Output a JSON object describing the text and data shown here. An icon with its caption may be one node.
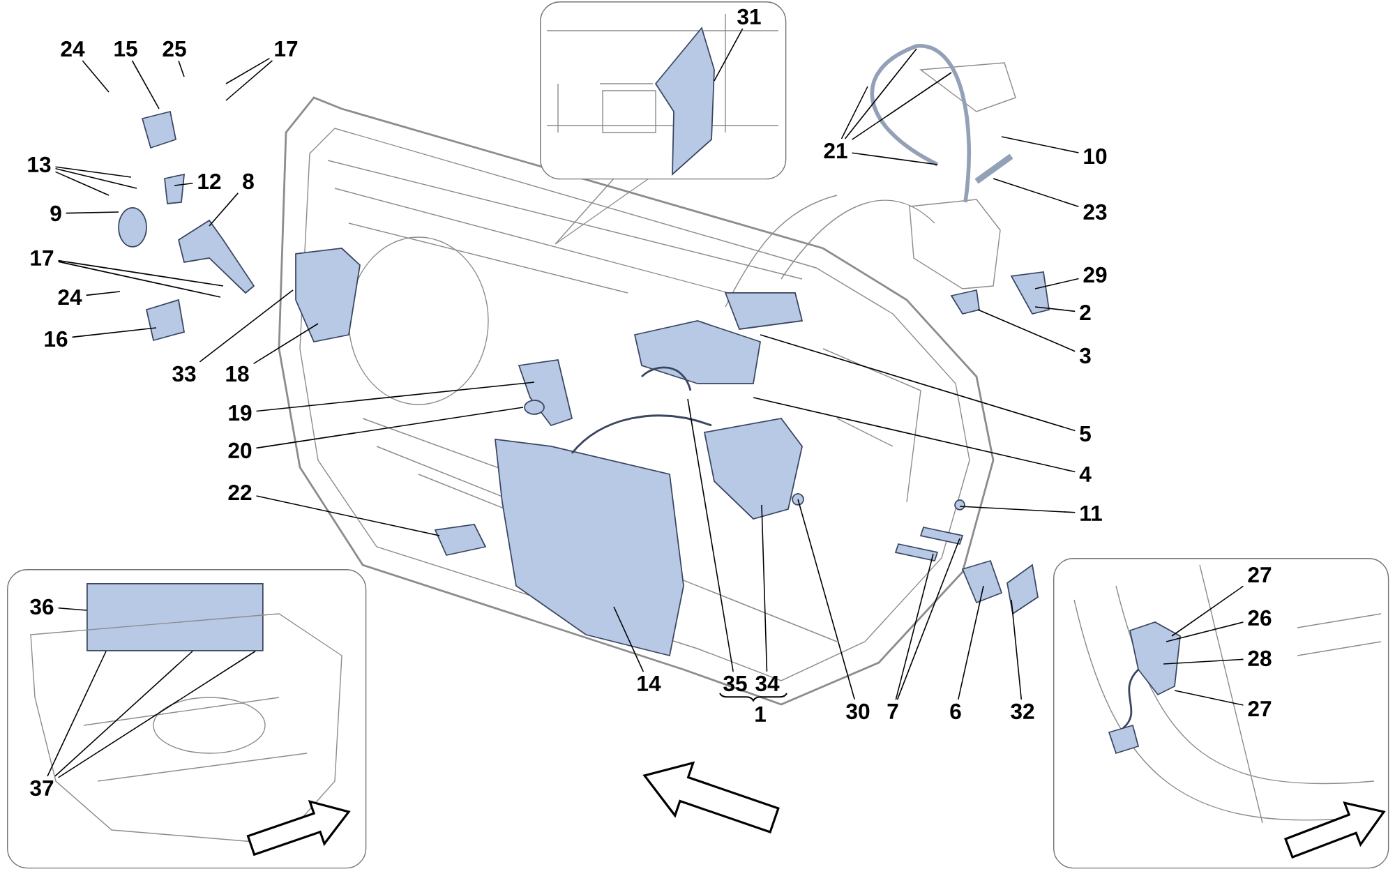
{
  "diagram": {
    "nodes": [
      {
        "text": [
          "24"
        ]
      },
      {
        "text": [
          "15"
        ]
      },
      {
        "text": [
          "25"
        ]
      },
      {
        "text": [
          "17"
        ]
      },
      {
        "text": [
          "13"
        ]
      },
      {
        "text": [
          "12"
        ]
      },
      {
        "text": [
          "9"
        ]
      },
      {
        "text": [
          "8"
        ]
      },
      {
        "text": [
          "17"
        ]
      },
      {
        "text": [
          "24"
        ]
      },
      {
        "text": [
          "16"
        ]
      },
      {
        "text": [
          "33"
        ]
      },
      {
        "text": [
          "18"
        ]
      },
      {
        "text": [
          "19"
        ]
      },
      {
        "text": [
          "20"
        ]
      },
      {
        "text": [
          "22"
        ]
      },
      {
        "text": [],
        "shape": "picture"
      },
      {
        "text": [
          "31"
        ],
        "in": 16
      },
      {
        "text": [
          "21"
        ]
      },
      {
        "text": [
          "10"
        ]
      },
      {
        "text": [
          "23"
        ]
      },
      {
        "text": [
          "29"
        ]
      },
      {
        "text": [
          "2"
        ]
      },
      {
        "text": [
          "3"
        ]
      },
      {
        "text": [
          "5"
        ]
      },
      {
        "text": [
          "4"
        ]
      },
      {
        "text": [
          "11"
        ]
      },
      {
        "text": [
          "14"
        ]
      },
      {
        "text": [
          "35"
        ]
      },
      {
        "text": [
          "34"
        ]
      },
      {
        "text": [
          "30"
        ]
      },
      {
        "text": [
          "7"
        ]
      },
      {
        "text": [
          "6"
        ]
      },
      {
        "text": [
          "32"
        ]
      },
      {
        "text": [],
        "shape": "picture"
      },
      {
        "text": [
          "36"
        ],
        "in": 34
      },
      {
        "text": [
          "37"
        ],
        "in": 34
      },
      {
        "text": [],
        "shape": "picture"
      },
      {
        "text": [
          "27"
        ],
        "in": 37
      },
      {
        "text": [
          "26"
        ],
        "in": 37
      },
      {
        "text": [
          "28"
        ],
        "in": 37
      },
      {
        "text": [
          "27"
        ],
        "in": 37
      },
      {
        "text": [],
        "shape": "box",
        "in": 34
      }
    ],
    "edges": [
      {
        "from": 0,
        "to": null,
        "arrow": "none"
      },
      {
        "from": 1,
        "to": null,
        "arrow": "none"
      },
      {
        "from": 2,
        "to": null,
        "arrow": "none"
      },
      {
        "from": 3,
        "to": null,
        "arrow": "none"
      },
      {
        "from": 3,
        "to": null,
        "arrow": "none"
      },
      {
        "from": 4,
        "to": null,
        "arrow": "none"
      },
      {
        "from": 4,
        "to": null,
        "arrow": "none"
      },
      {
        "from": 4,
        "to": null,
        "arrow": "none"
      },
      {
        "from": 5,
        "to": null,
        "arrow": "none"
      },
      {
        "from": 6,
        "to": null,
        "arrow": "none"
      },
      {
        "from": 7,
        "to": null,
        "arrow": "none"
      },
      {
        "from": 8,
        "to": null,
        "arrow": "none"
      },
      {
        "from": 8,
        "to": null,
        "arrow": "none"
      },
      {
        "from": 9,
        "to": null,
        "arrow": "none"
      },
      {
        "from": 10,
        "to": null,
        "arrow": "none"
      },
      {
        "from": 11,
        "to": null,
        "arrow": "none"
      },
      {
        "from": 12,
        "to": null,
        "arrow": "none"
      },
      {
        "from": 13,
        "to": null,
        "arrow": "none"
      },
      {
        "from": 14,
        "to": null,
        "arrow": "none"
      },
      {
        "from": 15,
        "to": null,
        "arrow": "none"
      },
      {
        "from": 17,
        "to": null,
        "arrow": "none"
      },
      {
        "from": 18,
        "to": null,
        "arrow": "none"
      },
      {
        "from": 18,
        "to": null,
        "arrow": "none"
      },
      {
        "from": 18,
        "to": null,
        "arrow": "none"
      },
      {
        "from": 18,
        "to": null,
        "arrow": "none"
      },
      {
        "from": 19,
        "to": null,
        "arrow": "none"
      },
      {
        "from": 20,
        "to": null,
        "arrow": "none"
      },
      {
        "from": 21,
        "to": null,
        "arrow": "none"
      },
      {
        "from": 22,
        "to": null,
        "arrow": "none"
      },
      {
        "from": 23,
        "to": null,
        "arrow": "none"
      },
      {
        "from": 24,
        "to": null,
        "arrow": "none"
      },
      {
        "from": 25,
        "to": null,
        "arrow": "none"
      },
      {
        "from": 26,
        "to": null,
        "arrow": "none"
      },
      {
        "from": 27,
        "to": null,
        "arrow": "none"
      },
      {
        "from": 28,
        "to": null,
        "arrow": "none"
      },
      {
        "from": 29,
        "to": null,
        "arrow": "none"
      },
      {
        "from": 30,
        "to": null,
        "arrow": "none"
      },
      {
        "from": 31,
        "to": null,
        "arrow": "none"
      },
      {
        "from": 31,
        "to": null,
        "arrow": "none"
      },
      {
        "from": 32,
        "to": null,
        "arrow": "none"
      },
      {
        "from": 33,
        "to": null,
        "arrow": "none"
      },
      {
        "from": 35,
        "to": 42,
        "arrow": "none"
      },
      {
        "from": 36,
        "to": 42,
        "arrow": "none"
      },
      {
        "from": 36,
        "to": 42,
        "arrow": "none"
      },
      {
        "from": 36,
        "to": 42,
        "arrow": "none"
      },
      {
        "from": 38,
        "to": null,
        "arrow": "none"
      },
      {
        "from": 39,
        "to": null,
        "arrow": "none"
      },
      {
        "from": 40,
        "to": null,
        "arrow": "none"
      },
      {
        "from": 41,
        "to": null,
        "arrow": "none"
      }
    ],
    "labels": [
      "1"
    ]
  }
}
